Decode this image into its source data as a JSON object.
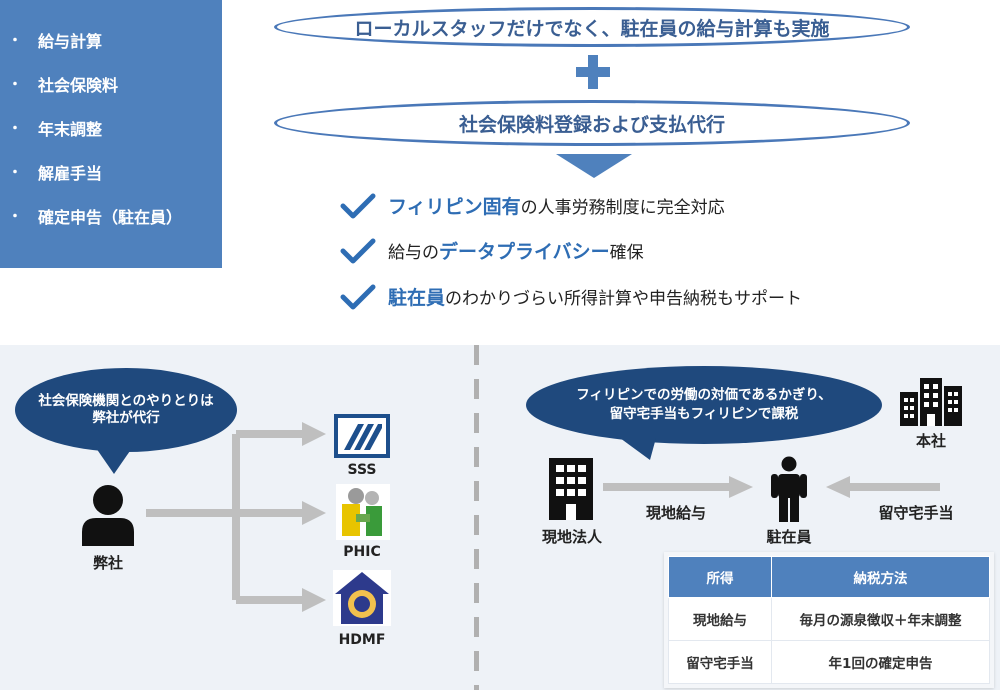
{
  "services": {
    "items": [
      {
        "bullet": "・",
        "label": "給与計算"
      },
      {
        "bullet": "・",
        "label": "社会保険料"
      },
      {
        "bullet": "・",
        "label": "年末調整"
      },
      {
        "bullet": "・",
        "label": "解雇手当"
      },
      {
        "bullet": "・",
        "label": "確定申告（駐在員）"
      }
    ]
  },
  "headline": {
    "top": "ローカルスタッフだけでなく、駐在員の給与計算も実施",
    "bottom": "社会保険料登録および支払代行"
  },
  "features": [
    {
      "highlight": "フィリピン固有",
      "pre": "",
      "post": "の人事労務制度に完全対応"
    },
    {
      "highlight": "データプライバシー",
      "pre": "給与の",
      "post": "確保"
    },
    {
      "highlight": "駐在員",
      "pre": "",
      "post": "のわかりづらい所得計算や申告納税もサポート"
    }
  ],
  "left_panel": {
    "bubble": "社会保険機関とのやりとりは弊社が代行",
    "company_label": "弊社",
    "agencies": [
      "SSS",
      "PHIC",
      "HDMF"
    ]
  },
  "right_panel": {
    "bubble_line1": "フィリピンでの労働の対価であるかぎり、",
    "bubble_line2": "留守宅手当もフィリピンで課税",
    "local_entity": "現地法人",
    "hq": "本社",
    "expat": "駐在員",
    "local_salary": "現地給与",
    "home_allowance": "留守宅手当",
    "table": {
      "headers": [
        "所得",
        "納税方法"
      ],
      "rows": [
        [
          "現地給与",
          "毎月の源泉徴収＋年末調整"
        ],
        [
          "留守宅手当",
          "年1回の確定申告"
        ]
      ]
    }
  },
  "colors": {
    "primary": "#4f81bd",
    "dark": "#1f497d",
    "accent": "#2e6db4",
    "arrow_gray": "#bfbfbf"
  }
}
